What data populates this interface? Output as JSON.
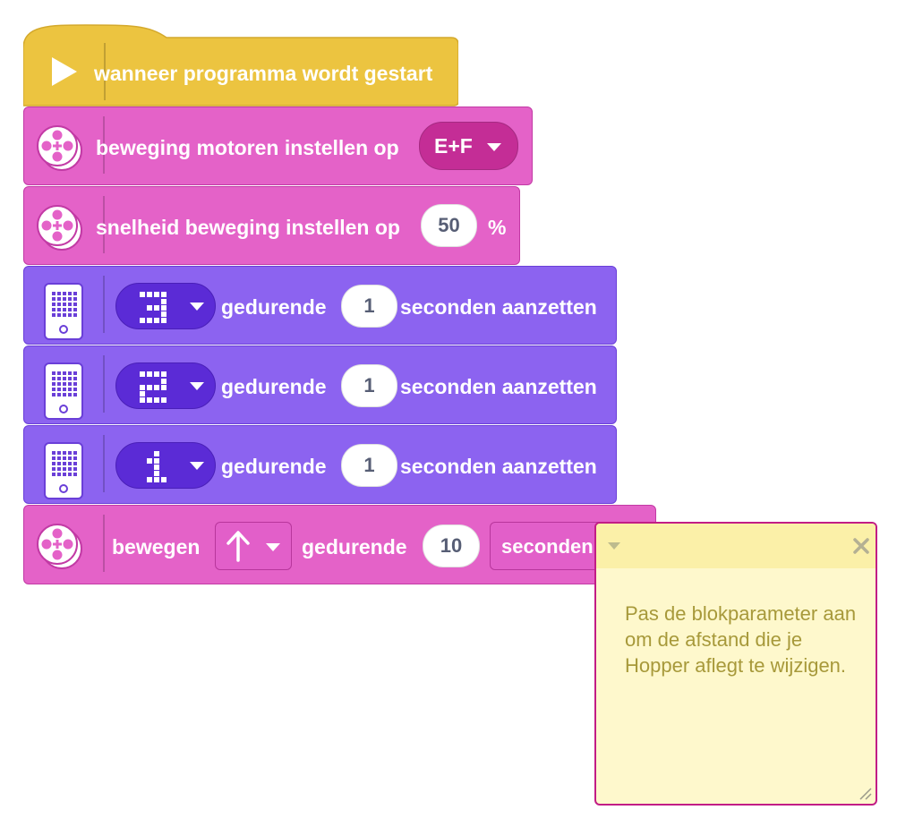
{
  "blocks": {
    "hat": {
      "label": "wanneer programma wordt gestart"
    },
    "motors": {
      "label": "beweging motoren instellen op",
      "ports": "E+F"
    },
    "speed": {
      "label": "snelheid beweging instellen op",
      "value": "50",
      "unit": "%"
    },
    "matrix1": {
      "digit": "3",
      "label": "gedurende",
      "value": "1",
      "suffix": "seconden aanzetten"
    },
    "matrix2": {
      "digit": "2",
      "label": "gedurende",
      "value": "1",
      "suffix": "seconden aanzetten"
    },
    "matrix3": {
      "digit": "1",
      "label": "gedurende",
      "value": "1",
      "suffix": "seconden aanzetten"
    },
    "move": {
      "label": "bewegen",
      "direction": "forward-arrow",
      "during": "gedurende",
      "value": "10",
      "unit": "seconden"
    }
  },
  "note": {
    "text": "Pas de blokparameter aan om de afstand die je Hopper aflegt te wijzigen.",
    "close_icon": "close-icon",
    "collapse_icon": "chevron-down-icon"
  },
  "colors": {
    "events": "#ecc440",
    "motor": "#e462c8",
    "light": "#8c63f0",
    "note_border": "#c21d85"
  }
}
